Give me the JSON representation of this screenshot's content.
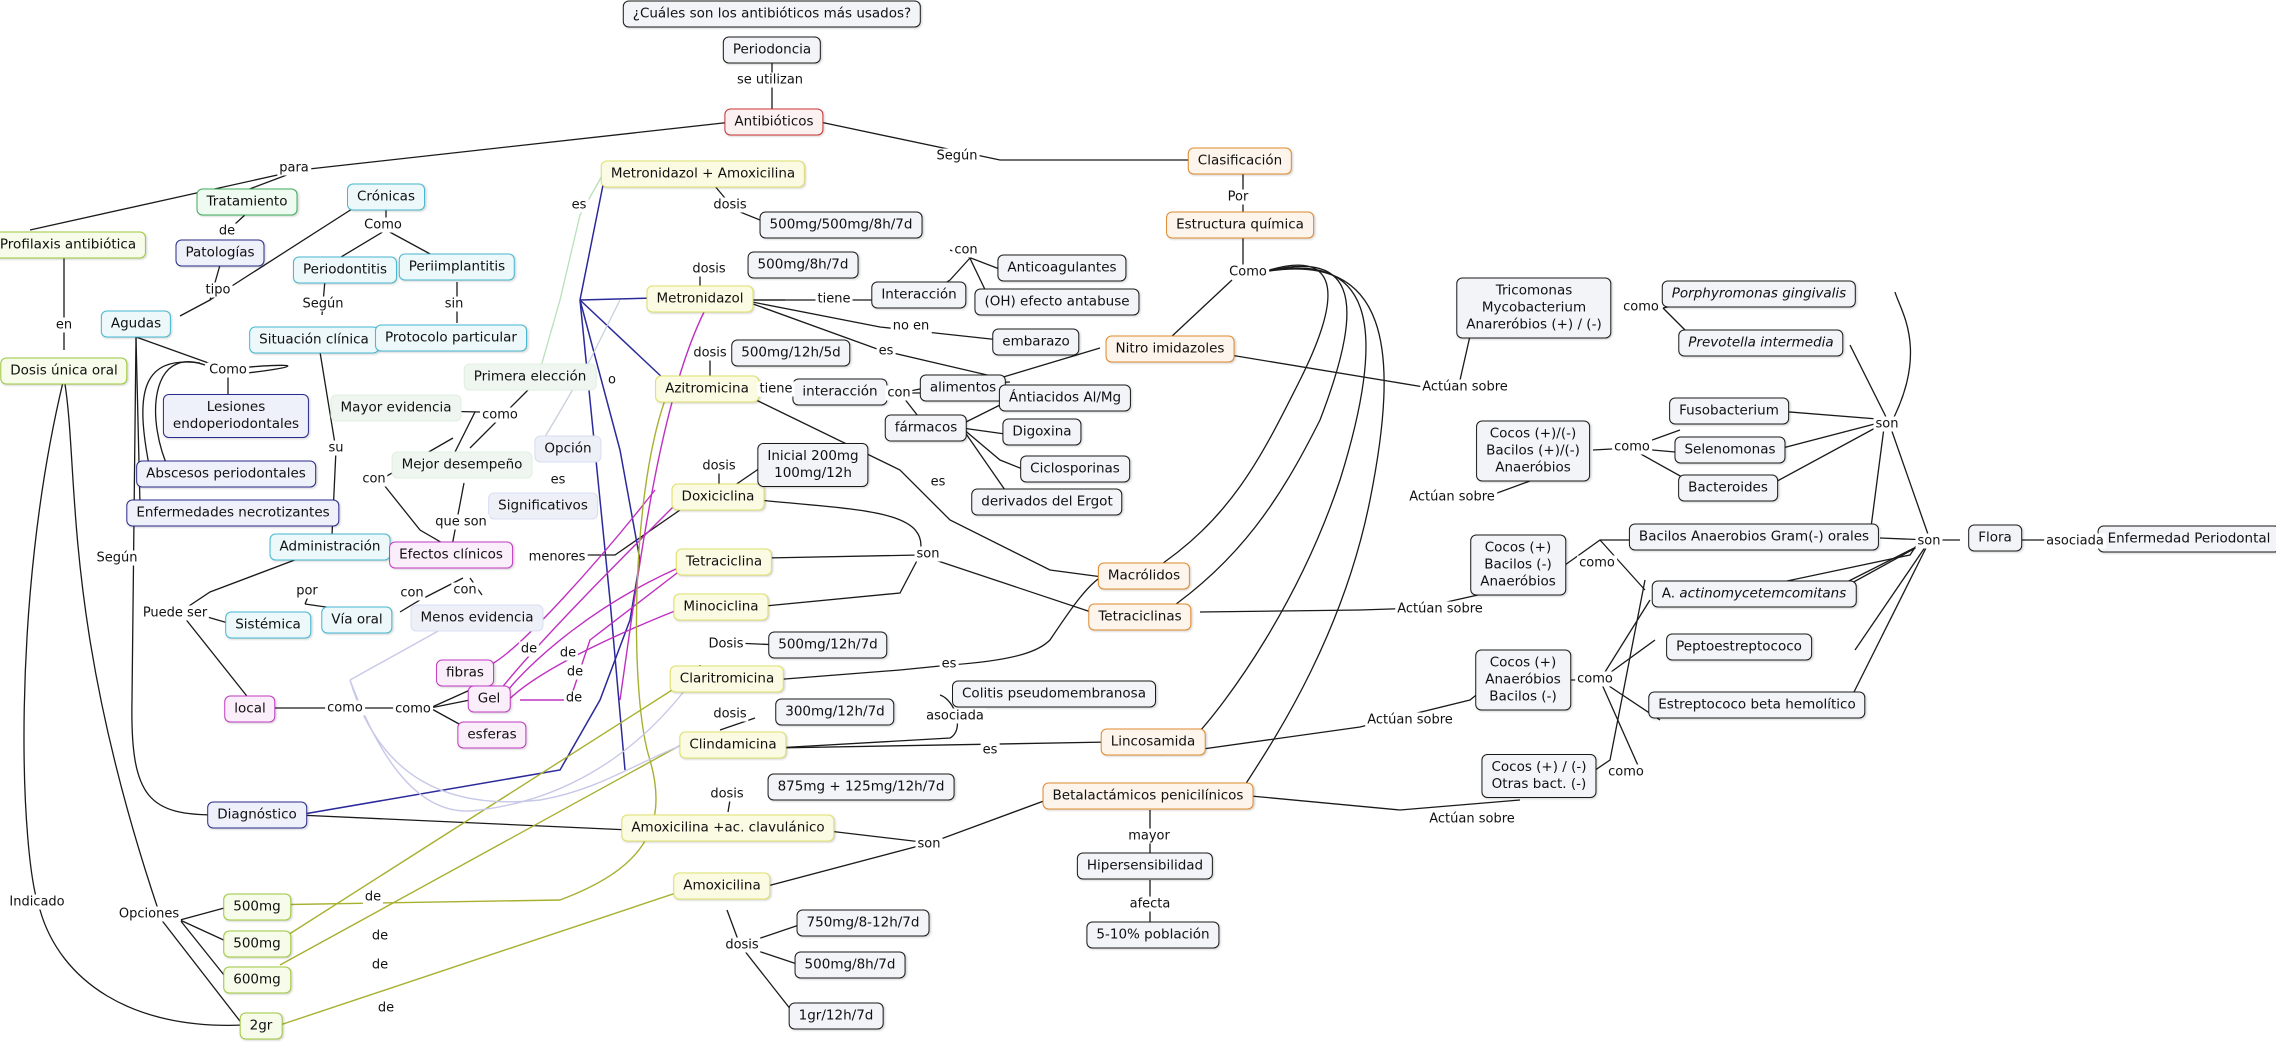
{
  "nodes": {
    "question": "¿Cuáles son los antibióticos más usados?",
    "periodoncia": "Periodoncia",
    "antibioticos": "Antibióticos",
    "clasificacion": "Clasificación",
    "estructura": "Estructura química",
    "nitro": "Nitro imidazoles",
    "macrolidos": "Macrólidos",
    "tetraciclinas": "Tetraciclinas",
    "lincosamida": "Lincosamida",
    "betalactamicos": "Betalactámicos penicilínicos",
    "hipersensibilidad": "Hipersensibilidad",
    "poblacion": "5-10% población",
    "tratamiento": "Tratamiento",
    "profilaxis": "Profilaxis antibiótica",
    "dosis_unica": "Dosis única oral",
    "patologias": "Patologías",
    "agudas": "Agudas",
    "cronicas": "Crónicas",
    "periodontitis": "Periodontitis",
    "periimplantitis": "Periimplantitis",
    "situacion": "Situación clínica",
    "protocolo": "Protocolo particular",
    "lesiones_1": "Lesiones",
    "lesiones_2": "endoperiodontales",
    "abscesos": "Abscesos periodontales",
    "necrotizantes": "Enfermedades necrotizantes",
    "administracion": "Administración",
    "sistemica": "Sistémica",
    "via_oral": "Vía oral",
    "local": "local",
    "diagnostico": "Diagnóstico",
    "primera": "Primera elección",
    "mayor_ev": "Mayor evidencia",
    "mejor": "Mejor desempeño",
    "opcion": "Opción",
    "significativos": "Significativos",
    "efectos": "Efectos clínicos",
    "menos_ev": "Menos evidencia",
    "fibras": "fibras",
    "gel": "Gel",
    "esferas": "esferas",
    "metro_amoxi": "Metronidazol + Amoxicilina",
    "metro_amoxi_dosis": "500mg/500mg/8h/7d",
    "metronidazol": "Metronidazol",
    "metro_dosis": "500mg/8h/7d",
    "interaccion": "Interacción",
    "anticoagulantes": "Anticoagulantes",
    "antabuse": "(OH) efecto antabuse",
    "embarazo": "embarazo",
    "azitromicina": "Azitromicina",
    "azi_dosis": "500mg/12h/5d",
    "interaccion2": "interacción",
    "alimentos": "alimentos",
    "farmacos": "fármacos",
    "antiacidos": "Ántiacidos Al/Mg",
    "digoxina": "Digoxina",
    "ciclosporinas": "Ciclosporinas",
    "ergot": "derivados del Ergot",
    "doxiciclina": "Doxiciclina",
    "doxi_dosis_1": "Inicial 200mg",
    "doxi_dosis_2": "100mg/12h",
    "tetraciclina": "Tetraciclina",
    "minociclina": "Minociclina",
    "claritromicina": "Claritromicina",
    "clari_dosis": "500mg/12h/7d",
    "clindamicina": "Clindamicina",
    "clinda_dosis": "300mg/12h/7d",
    "colitis": "Colitis pseudomembranosa",
    "amoxi_clav": "Amoxicilina +ac. clavulánico",
    "amoxi_clav_dosis": "875mg + 125mg/12h/7d",
    "amoxicilina": "Amoxicilina",
    "amoxi_d1": "750mg/8-12h/7d",
    "amoxi_d2": "500mg/8h/7d",
    "amoxi_d3": "1gr/12h/7d",
    "op_500a": "500mg",
    "op_500b": "500mg",
    "op_600": "600mg",
    "op_2gr": "2gr",
    "tricomonas_1": "Tricomonas",
    "tricomonas_2": "Mycobacterium",
    "tricomonas_3": "Anareróbios (+) / (-)",
    "porphyromonas": "Porphyromonas gingivalis",
    "prevotella": "Prevotella intermedia",
    "cocos1_1": "Cocos (+)/(-)",
    "cocos1_2": "Bacilos (+)/(-)",
    "cocos1_3": "Anaeróbios",
    "fusobacterium": "Fusobacterium",
    "selenomonas": "Selenomonas",
    "bacteroides": "Bacteroides",
    "cocos2_1": "Cocos (+)",
    "cocos2_2": "Bacilos (-)",
    "cocos2_3": "Anaeróbios",
    "bacilos_gram": "Bacilos Anaerobios Gram(-) orales",
    "actino_pre": "A. ",
    "actino_it": "actinomycetemcomitans",
    "pepto": "Peptoestreptococo",
    "estrepto": "Estreptococo beta hemolítico",
    "cocos3_1": "Cocos (+)",
    "cocos3_2": "Anaeróbios",
    "cocos3_3": "Bacilos (-)",
    "cocos4_1": "Cocos (+) / (-)",
    "cocos4_2": "Otras bact. (-)",
    "flora": "Flora",
    "enfermedad": "Enfermedad Periodontal"
  },
  "links": {
    "se_utilizan": "se utilizan",
    "segun": "Según",
    "por": "Por",
    "como": "Como",
    "para": "para",
    "de": "de",
    "tipo": "tipo",
    "en": "en",
    "como_lower": "como",
    "sin": "sin",
    "su": "su",
    "puede_ser": "Puede ser",
    "por_lower": "por",
    "con": "con",
    "que_son": "que son",
    "menores": "menores",
    "es": "es",
    "o": "o",
    "dosis": "dosis",
    "Dosis": "Dosis",
    "tiene": "tiene",
    "no_en": "no en",
    "son": "son",
    "asociada": "asociada",
    "mayor": "mayor",
    "afecta": "afecta",
    "actuan": "Actúan sobre",
    "opciones": "Opciones",
    "indicado": "Indicado"
  },
  "colors": {
    "red": "#cc3333",
    "orange": "#e08a2e",
    "green": "#3fae5a",
    "lime": "#9fc83c",
    "yellow": "#dfe06a",
    "cyan": "#45b8d0",
    "navy": "#2b2b8c",
    "magenta": "#c23ac2"
  }
}
